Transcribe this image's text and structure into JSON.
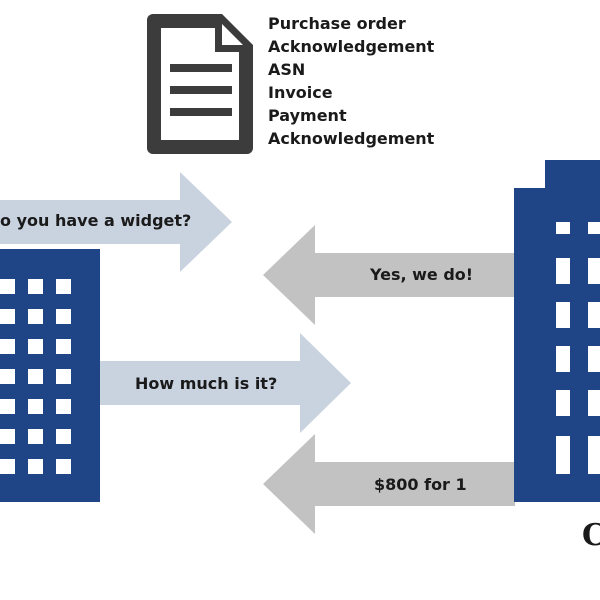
{
  "document": {
    "icon": "document-icon",
    "items": [
      "Purchase order",
      "Acknowledgement",
      "ASN",
      "Invoice",
      "Payment",
      "Acknowledgement"
    ]
  },
  "messages": {
    "m1": "o you have a widget?",
    "m2": "Yes, we do!",
    "m3": "How much is it?",
    "m4": "$800 for 1"
  },
  "corner_text": "C",
  "colors": {
    "building": "#1f4587",
    "window": "#ffffff",
    "arrow_right": "#c9d3e0",
    "arrow_left": "#c2c2c2",
    "doc_icon": "#3c3c3c"
  }
}
